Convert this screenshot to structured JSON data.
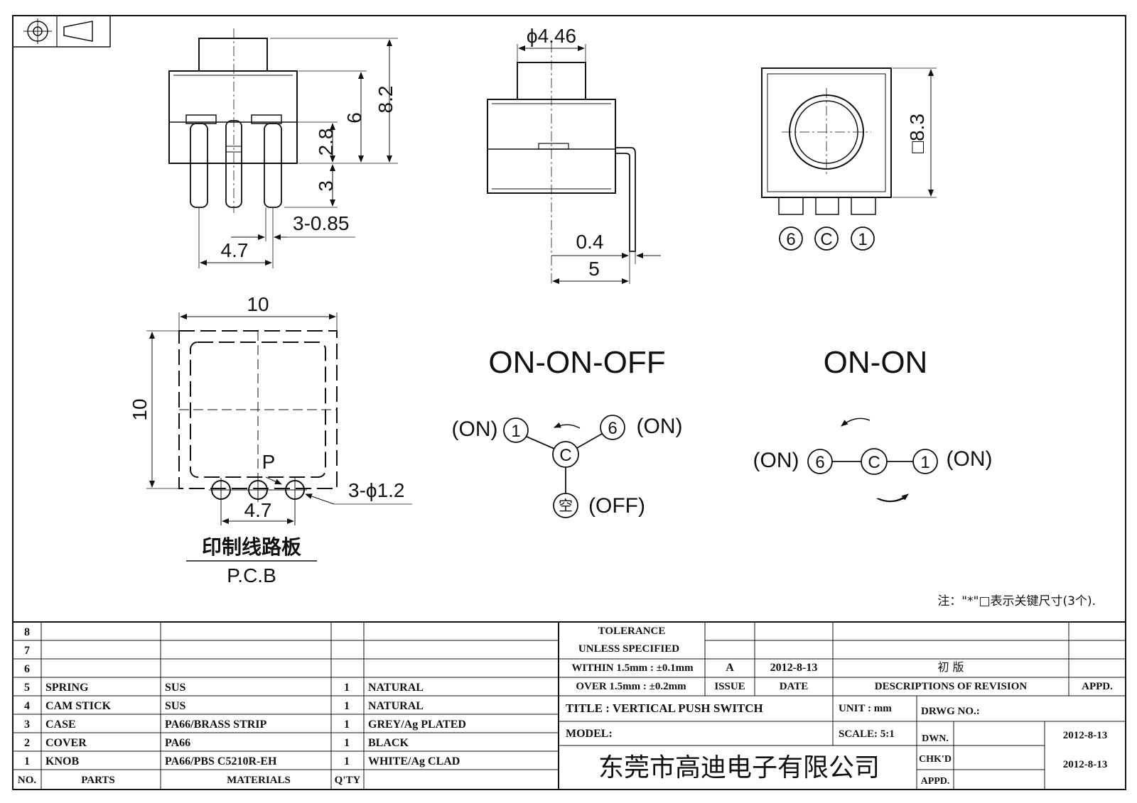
{
  "top_view": {
    "dim_h_total": "8.2",
    "dim_h_body": "6",
    "dim_h_stick": "2.8",
    "dim_h_pin": "3",
    "dim_pin_dia": "3-0.85",
    "dim_pitch": "4.7"
  },
  "side_view": {
    "dim_knob": "ϕ4.46",
    "dim_lead": "0.4",
    "dim_len": "5"
  },
  "front_view": {
    "dim_square": "□8.3",
    "pins": [
      "6",
      "C",
      "1"
    ]
  },
  "pcb": {
    "dim_w": "10",
    "dim_h": "10",
    "p_label": "P",
    "dim_hole": "3-ϕ1.2",
    "dim_pitch": "4.7",
    "label_cn": "印制线路板",
    "label_en": "P.C.B"
  },
  "circuit_a": {
    "title": "ON-ON-OFF",
    "on_left": "(ON)",
    "on_right": "(ON)",
    "off": "(OFF)",
    "t1": "1",
    "tc": "C",
    "t6": "6",
    "tk": "空"
  },
  "circuit_b": {
    "title": "ON-ON",
    "on_left": "(ON)",
    "on_right": "(ON)",
    "t6": "6",
    "tc": "C",
    "t1": "1"
  },
  "note": "注：\"*\"□表示关键尺寸(3个).",
  "parts_table": {
    "headers": {
      "no": "NO.",
      "parts": "PARTS",
      "materials": "MATERIALS",
      "qty": "Q'TY",
      "finish": ""
    },
    "rows": [
      {
        "no": "8",
        "part": "",
        "mat": "",
        "qty": "",
        "fin": ""
      },
      {
        "no": "7",
        "part": "",
        "mat": "",
        "qty": "",
        "fin": ""
      },
      {
        "no": "6",
        "part": "",
        "mat": "",
        "qty": "",
        "fin": ""
      },
      {
        "no": "5",
        "part": "SPRING",
        "mat": "SUS",
        "qty": "1",
        "fin": "NATURAL"
      },
      {
        "no": "4",
        "part": "CAM STICK",
        "mat": "SUS",
        "qty": "1",
        "fin": "NATURAL"
      },
      {
        "no": "3",
        "part": "CASE",
        "mat": "PA66/BRASS STRIP",
        "qty": "1",
        "fin": "GREY/Ag PLATED"
      },
      {
        "no": "2",
        "part": "COVER",
        "mat": "PA66",
        "qty": "1",
        "fin": "BLACK"
      },
      {
        "no": "1",
        "part": "KNOB",
        "mat": "PA66/PBS C5210R-EH",
        "qty": "1",
        "fin": "WHITE/Ag CLAD"
      }
    ]
  },
  "title_block": {
    "tol1": "TOLERANCE",
    "tol2": "UNLESS  SPECIFIED",
    "tol3": "WITHIN 1.5mm : ±0.1mm",
    "tol4": "OVER 1.5mm : ±0.2mm",
    "issue_val": "A",
    "date_val": "2012-8-13",
    "desc_val": "初  版",
    "issue": "ISSUE",
    "date": "DATE",
    "desc": "DESCRIPTIONS OF REVISION",
    "appd": "APPD.",
    "title": "TITLE :  VERTICAL PUSH SWITCH",
    "unit": "UNIT :  mm",
    "drwg": "DRWG NO.:",
    "model": "MODEL:",
    "scale": "SCALE:  5:1",
    "dwn": "DWN.",
    "dwn_date": "2012-8-13",
    "chkd": "CHK'D",
    "chkd_date": "2012-8-13",
    "appd2": "APPD.",
    "company": "东莞市高迪电子有限公司"
  }
}
